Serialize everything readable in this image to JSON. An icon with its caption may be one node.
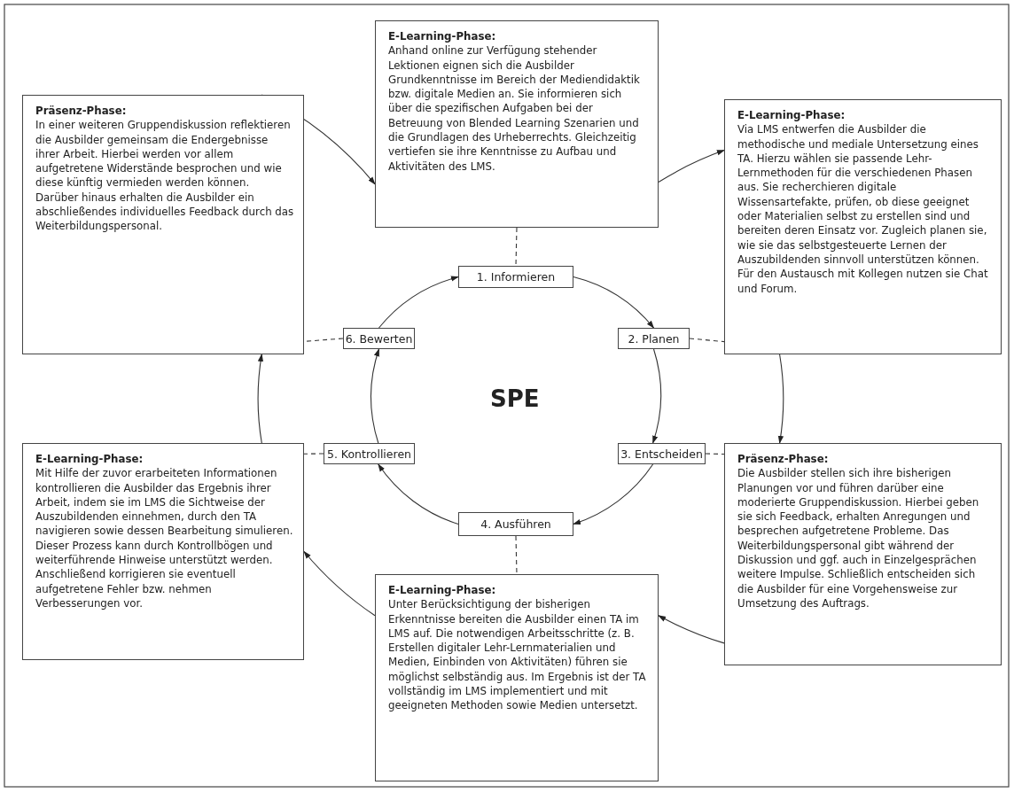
{
  "diagram": {
    "nodes": [
      {
        "text": [
          "E-Learning-Phase:",
          "Anhand online zur Verfügung stehender Lektionen eignen sich die Ausbilder Grundkenntnisse im Bereich der Mediendidaktik bzw. digitale Medien an. Sie informieren sich über die spezifischen Aufgaben bei der Betreuung von Blended Learning Szenarien und die Grundlagen des Urheberrechts. Gleichzeitig vertiefen sie ihre Kenntnisse zu Aufbau und Aktivitäten des LMS."
        ]
      },
      {
        "text": [
          "Präsenz-Phase:",
          "In einer weiteren Gruppendiskussion reflektieren die Ausbilder gemeinsam die Endergebnisse ihrer Arbeit. Hierbei werden vor allem aufgetretene Widerstände besprochen und wie diese künftig vermieden werden können. Darüber hinaus erhalten die Ausbilder ein abschließendes individuelles Feedback durch das Weiterbildungspersonal."
        ]
      },
      {
        "text": [
          "E-Learning-Phase:",
          "Via LMS entwerfen die Ausbilder die methodische und mediale Untersetzung eines TA. Hierzu wählen sie passende Lehr-Lernmethoden für die verschiedenen Phasen aus. Sie recherchieren digitale Wissensartefakte, prüfen, ob diese geeignet oder Materialien selbst zu erstellen sind und bereiten deren Einsatz vor. Zugleich planen sie, wie sie das selbstgesteuerte Lernen der Auszubildenden sinnvoll unterstützen können. Für den Austausch mit Kollegen nutzen sie Chat und Forum."
        ]
      },
      {
        "text": [
          "1. Informieren"
        ]
      },
      {
        "text": [
          "2. Planen"
        ]
      },
      {
        "text": [
          "6. Bewerten"
        ]
      },
      {
        "text": [
          "5. Kontrollieren"
        ]
      },
      {
        "text": [
          "3. Entscheiden"
        ]
      },
      {
        "text": [
          "E-Learning-Phase:",
          "Mit Hilfe der zuvor erarbeiteten Informationen kontrollieren die Ausbilder das Ergebnis ihrer Arbeit, indem sie im LMS die Sichtweise der Auszubildenden einnehmen, durch den TA navigieren sowie dessen Bearbeitung simulieren. Dieser Prozess kann durch Kontrollbögen und weiterführende Hinweise unterstützt werden. Anschließend korrigieren sie eventuell aufgetretene Fehler bzw. nehmen Verbesserungen vor."
        ]
      },
      {
        "text": [
          "Präsenz-Phase:",
          "Die Ausbilder stellen sich ihre bisherigen Planungen vor und führen darüber eine moderierte Gruppendiskussion. Hierbei geben sie sich Feedback, erhalten Anregungen und besprechen aufgetretene Probleme. Das Weiterbildungspersonal gibt während der Diskussion und ggf. auch in Einzelgesprächen weitere Impulse. Schließlich entscheiden sich die Ausbilder für eine Vorgehensweise zur Umsetzung des Auftrags."
        ]
      },
      {
        "text": [
          "4. Ausführen"
        ]
      },
      {
        "text": [
          "E-Learning-Phase:",
          "Unter Berücksichtigung der bisherigen Erkenntnisse bereiten die Ausbilder einen TA im LMS auf. Die notwendigen Arbeitsschritte (z. B. Erstellen digitaler Lehr-Lernmaterialien und Medien, Einbinden von Aktivitäten) führen sie möglichst selbständig aus. Im Ergebnis ist der TA vollständig im LMS implementiert und mit geeigneten Methoden sowie Medien untersetzt."
        ]
      }
    ],
    "edges": [
      {
        "from": 3,
        "to": 4,
        "arrow": "to"
      },
      {
        "from": 4,
        "to": 7,
        "arrow": "to"
      },
      {
        "from": 7,
        "to": 10,
        "arrow": "to"
      },
      {
        "from": 10,
        "to": 6,
        "arrow": "to"
      },
      {
        "from": 6,
        "to": 5,
        "arrow": "to"
      },
      {
        "from": 5,
        "to": 3,
        "arrow": "to"
      },
      {
        "from": 0,
        "to": 3,
        "arrow": "none",
        "style": "dashed"
      },
      {
        "from": 4,
        "to": 2,
        "arrow": "none",
        "style": "dashed"
      },
      {
        "from": 5,
        "to": 1,
        "arrow": "none",
        "style": "dashed"
      },
      {
        "from": 7,
        "to": 9,
        "arrow": "none",
        "style": "dashed"
      },
      {
        "from": 6,
        "to": 8,
        "arrow": "none",
        "style": "dashed"
      },
      {
        "from": 10,
        "to": 11,
        "arrow": "none",
        "style": "dashed"
      },
      {
        "from": 1,
        "to": 0,
        "arrow": "to"
      },
      {
        "from": 0,
        "to": 2,
        "arrow": "to"
      },
      {
        "from": 2,
        "to": 9,
        "arrow": "to"
      },
      {
        "from": 9,
        "to": 11,
        "arrow": "to"
      },
      {
        "from": 11,
        "to": 8,
        "arrow": "to"
      },
      {
        "from": 8,
        "to": 1,
        "arrow": "to"
      }
    ],
    "labels": [
      "SPE"
    ]
  }
}
